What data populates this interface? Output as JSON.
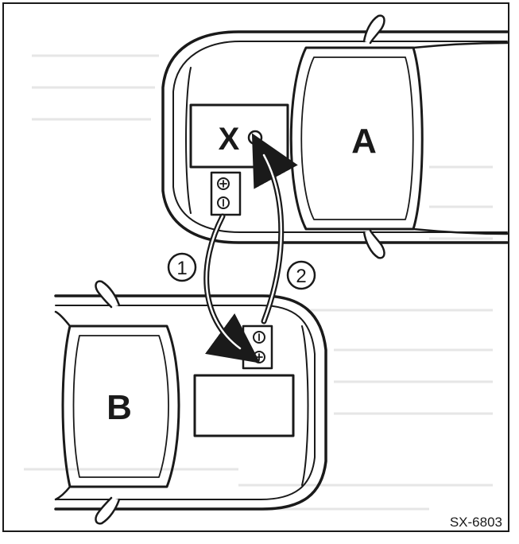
{
  "figure_code": "SX-6803",
  "car_a": {
    "label": "A",
    "component_label": "X"
  },
  "car_b": {
    "label": "B"
  },
  "steps": [
    {
      "number": "1"
    },
    {
      "number": "2"
    }
  ],
  "polarity": {
    "positive": "+",
    "negative": "−"
  },
  "colors": {
    "ink": "#1a1a1a",
    "background": "#ffffff",
    "texture": "#d8d8d8"
  }
}
